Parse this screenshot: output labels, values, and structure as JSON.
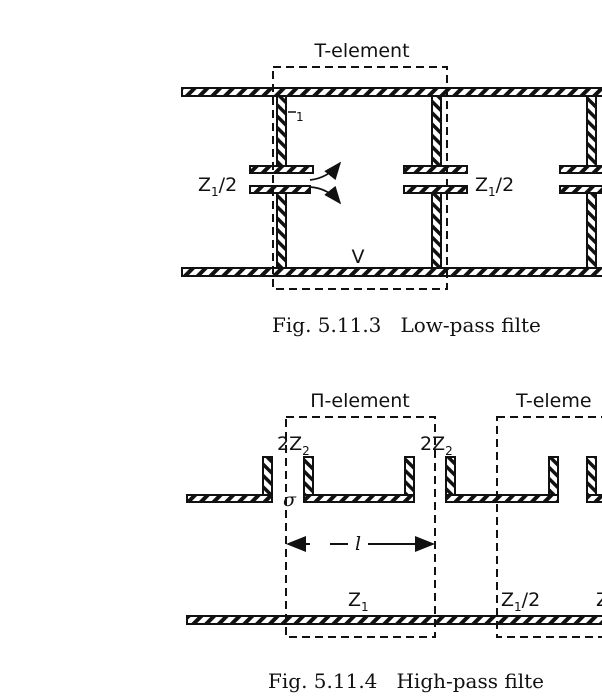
{
  "fig1": {
    "box_label": "T-element",
    "left_label": "Z",
    "left_sub": "1",
    "left_suffix": "/2",
    "right_label": "Z",
    "right_sub": "1",
    "right_suffix": "/2",
    "stub_sub": "1",
    "v_label": "V",
    "caption": "Fig. 5.11.3   Low-pass filte"
  },
  "fig2": {
    "pi_label": "Π-element",
    "t_label": "T-eleme",
    "z2_left": "2Z",
    "z2_left_sub": "2",
    "z2_right": "2Z",
    "z2_right_sub": "2",
    "sigma": "σ",
    "length": "l",
    "z1": "Z",
    "z1_sub": "1",
    "z1half": "Z",
    "z1half_sub": "1",
    "z1half_suffix": "/2",
    "z_partial": "Z",
    "caption": "Fig. 5.11.4   High-pass filte"
  }
}
